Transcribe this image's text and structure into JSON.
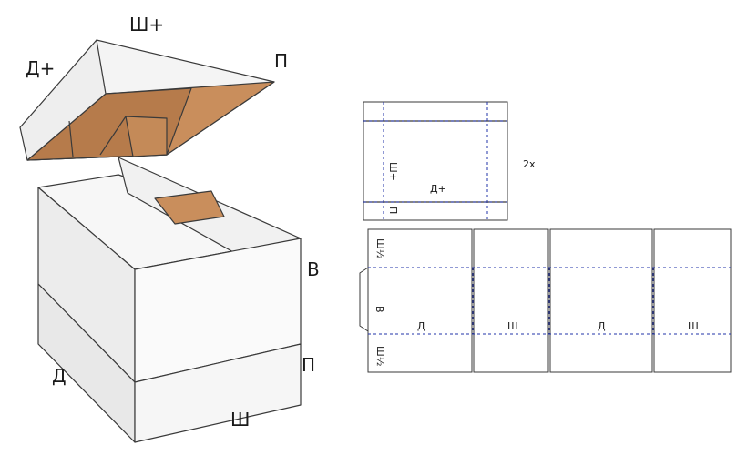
{
  "box_labels": {
    "lid_width": "Ш+",
    "lid_length": "Д+",
    "lid_height": "П",
    "height": "В",
    "length": "Д",
    "width": "Ш",
    "sleeve_height": "П"
  },
  "lid_net": {
    "copies": "2x",
    "width_label": "Ш+",
    "length_label": "Д+",
    "flap_label": "П"
  },
  "body_net": {
    "top_flap_label": "Ш½",
    "bottom_flap_label": "Ш½",
    "height_label": "В",
    "panel_labels": [
      "Д",
      "Ш",
      "Д",
      "Ш"
    ]
  },
  "colors": {
    "outline": "#3a3a3a",
    "cardboard_inner": "#c98e5c",
    "cardboard_shade": "#b67b4b",
    "panel_light": "#f3f3f3",
    "panel_shade": "#e2e2e2",
    "fold_lines": "#2233aa"
  }
}
